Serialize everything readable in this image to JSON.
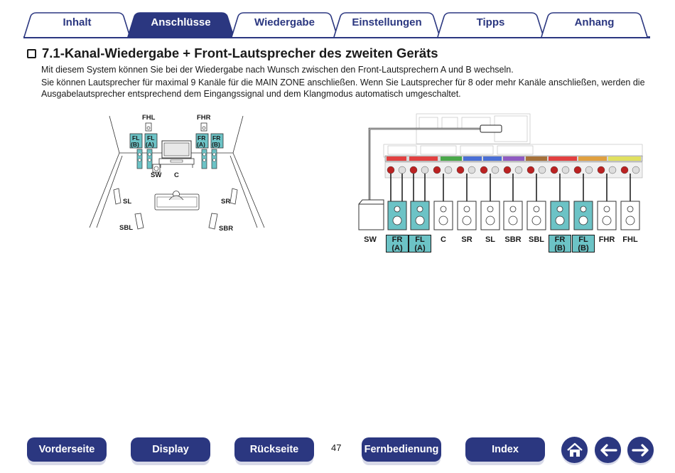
{
  "tabs": [
    {
      "label": "Inhalt",
      "active": false
    },
    {
      "label": "Anschlüsse",
      "active": true
    },
    {
      "label": "Wiedergabe",
      "active": false
    },
    {
      "label": "Einstellungen",
      "active": false
    },
    {
      "label": "Tipps",
      "active": false
    },
    {
      "label": "Anhang",
      "active": false
    }
  ],
  "section": {
    "title": "7.1-Kanal-Wiedergabe + Front-Lautsprecher des zweiten Geräts",
    "para1": "Mit diesem System können Sie bei der Wiedergabe nach Wunsch zwischen den Front-Lautsprechern A und B wechseln.",
    "para2": "Sie können Lautsprecher für maximal 9 Kanäle für die MAIN ZONE anschließen. Wenn Sie Lautsprecher für 8 oder mehr Kanäle anschließen, werden die Ausgabelautsprecher entsprechend dem Eingangssignal und dem Klangmodus automatisch umgeschaltet."
  },
  "room": {
    "fhl": "FHL",
    "fhr": "FHR",
    "flb": [
      "FL",
      "(B)"
    ],
    "fla": [
      "FL",
      "(A)"
    ],
    "fra": [
      "FR",
      "(A)"
    ],
    "frb": [
      "FR",
      "(B)"
    ],
    "sw": "SW",
    "c": "C",
    "sl": "SL",
    "sr": "SR",
    "sbl": "SBL",
    "sbr": "SBR"
  },
  "speakers": [
    {
      "label": "SW",
      "sub": "",
      "highlight": false
    },
    {
      "label": "FR",
      "sub": "(A)",
      "highlight": true
    },
    {
      "label": "FL",
      "sub": "(A)",
      "highlight": true
    },
    {
      "label": "C",
      "sub": "",
      "highlight": false
    },
    {
      "label": "SR",
      "sub": "",
      "highlight": false
    },
    {
      "label": "SL",
      "sub": "",
      "highlight": false
    },
    {
      "label": "SBR",
      "sub": "",
      "highlight": false
    },
    {
      "label": "SBL",
      "sub": "",
      "highlight": false
    },
    {
      "label": "FR",
      "sub": "(B)",
      "highlight": true
    },
    {
      "label": "FL",
      "sub": "(B)",
      "highlight": true
    },
    {
      "label": "FHR",
      "sub": "",
      "highlight": false
    },
    {
      "label": "FHL",
      "sub": "",
      "highlight": false
    }
  ],
  "nav": {
    "vorderseite": "Vorderseite",
    "display": "Display",
    "rueckseite": "Rückseite",
    "page": "47",
    "fernbedienung": "Fernbedienung",
    "index": "Index"
  },
  "icons": {
    "home": "home-icon",
    "back": "arrow-left-icon",
    "forward": "arrow-right-icon"
  },
  "colors": {
    "brand": "#2b3780",
    "highlight": "#6cc3c6"
  }
}
